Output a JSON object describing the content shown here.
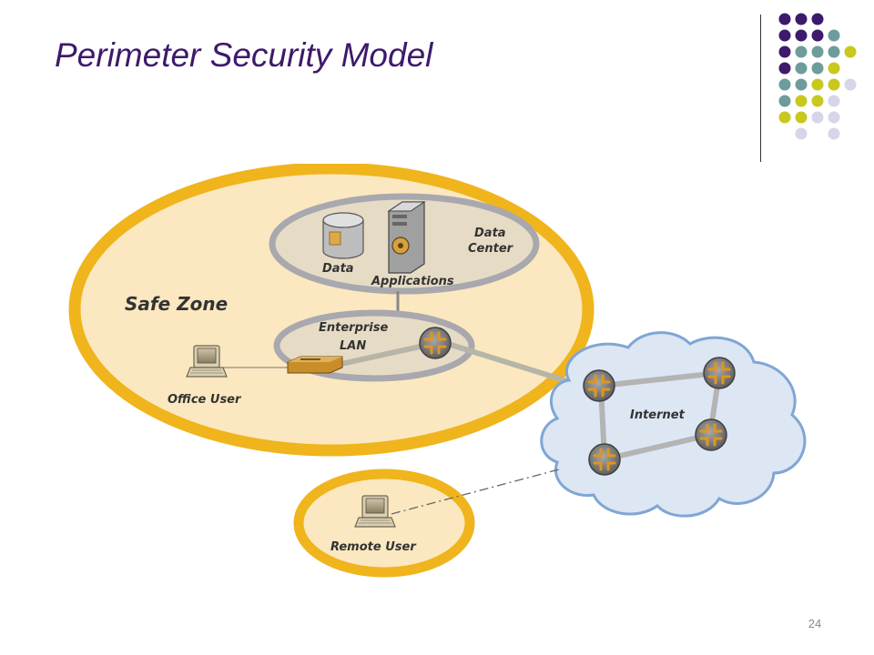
{
  "slide": {
    "title": "Perimeter Security Model",
    "page_number": "24"
  },
  "diagram": {
    "safe_zone_label": "Safe Zone",
    "data_label": "Data",
    "applications_label": "Applications",
    "data_center_label_line1": "Data",
    "data_center_label_line2": "Center",
    "enterprise_lan_line1": "Enterprise",
    "enterprise_lan_line2": "LAN",
    "office_user_label": "Office User",
    "internet_label": "Internet",
    "remote_user_label": "Remote User"
  },
  "colors": {
    "title": "#3d1a6b",
    "dot_purple": "#3d1a6b",
    "dot_teal": "#6e9c9c",
    "dot_lime": "#c8c81e",
    "dot_lavender": "#d6d6ea",
    "safe_zone_border": "#f0b41c",
    "safe_zone_fill": "#fbe8c0",
    "cloud_border": "#7fa6d4",
    "cloud_fill": "#dde6f3",
    "router_orange": "#e0961e"
  }
}
